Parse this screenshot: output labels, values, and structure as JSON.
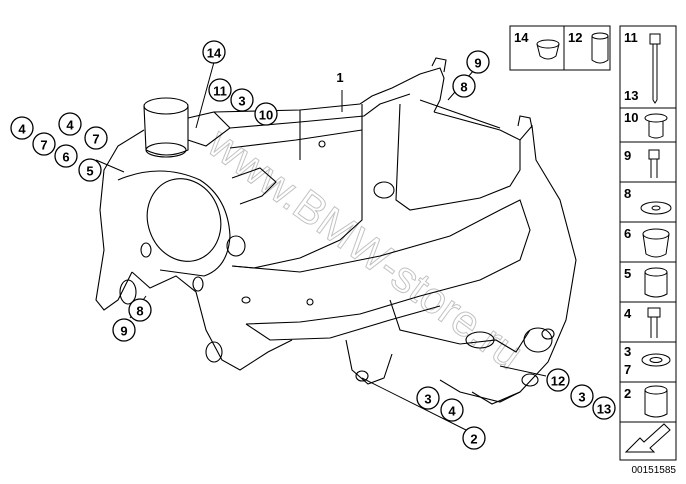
{
  "diagram": {
    "watermark": "www.BMW-store.ru",
    "main_part_label": "1",
    "callouts": [
      {
        "id": "c14a",
        "label": "14"
      },
      {
        "id": "c11a",
        "label": "11"
      },
      {
        "id": "c3a",
        "label": "3"
      },
      {
        "id": "c10a",
        "label": "10"
      },
      {
        "id": "c4a",
        "label": "4"
      },
      {
        "id": "c7a",
        "label": "7"
      },
      {
        "id": "c6a",
        "label": "6"
      },
      {
        "id": "c5a",
        "label": "5"
      },
      {
        "id": "c4b",
        "label": "4"
      },
      {
        "id": "c7b",
        "label": "7"
      },
      {
        "id": "c9a",
        "label": "9"
      },
      {
        "id": "c8a",
        "label": "8"
      },
      {
        "id": "c8b",
        "label": "8"
      },
      {
        "id": "c9b",
        "label": "9"
      },
      {
        "id": "c3b",
        "label": "3"
      },
      {
        "id": "c4c",
        "label": "4"
      },
      {
        "id": "c2a",
        "label": "2"
      },
      {
        "id": "c12a",
        "label": "12"
      },
      {
        "id": "c3c",
        "label": "3"
      },
      {
        "id": "c13a",
        "label": "13"
      }
    ],
    "parts_panel": [
      {
        "id": "p14",
        "label": "14"
      },
      {
        "id": "p12",
        "label": "12"
      },
      {
        "id": "p11",
        "label": "11"
      },
      {
        "id": "p13",
        "label": "13"
      },
      {
        "id": "p10",
        "label": "10"
      },
      {
        "id": "p9",
        "label": "9"
      },
      {
        "id": "p8",
        "label": "8"
      },
      {
        "id": "p6",
        "label": "6"
      },
      {
        "id": "p5",
        "label": "5"
      },
      {
        "id": "p4",
        "label": "4"
      },
      {
        "id": "p3",
        "label": "3"
      },
      {
        "id": "p7",
        "label": "7"
      },
      {
        "id": "p2",
        "label": "2"
      }
    ],
    "diagram_number": "00151585"
  }
}
